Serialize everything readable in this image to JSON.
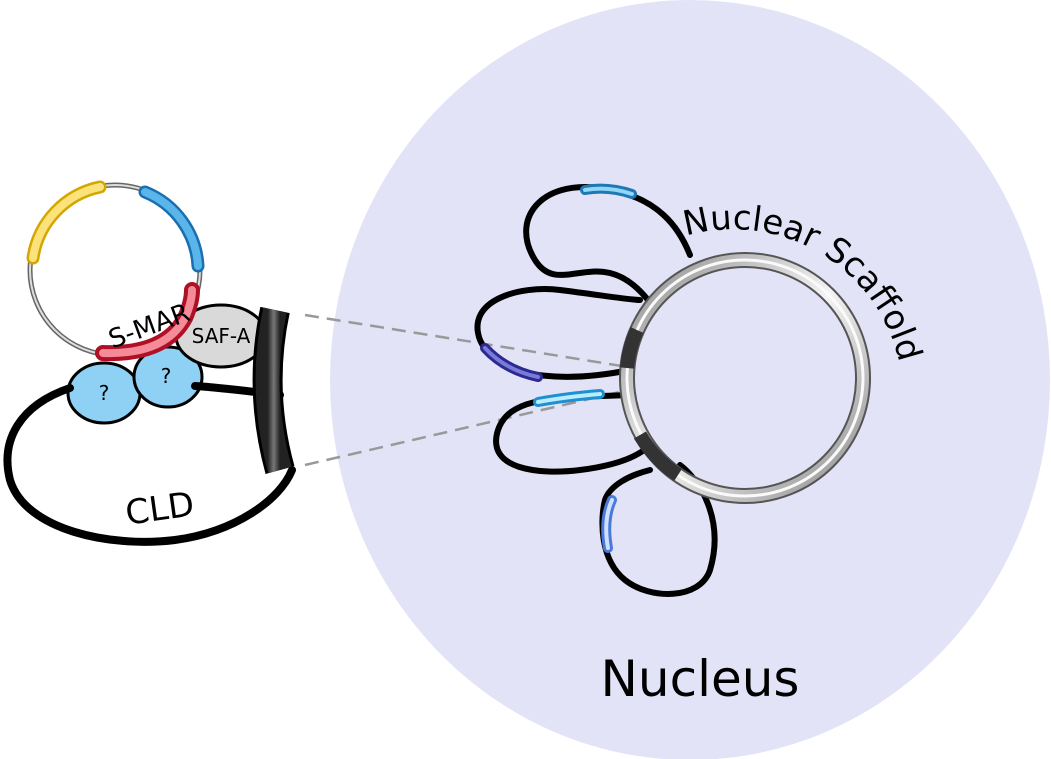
{
  "labels": {
    "nucleus": "Nucleus",
    "nuclear_scaffold": "Nuclear Scaffold",
    "smar": "S-MAR",
    "saf_a": "SAF-A",
    "unknown_1": "?",
    "unknown_2": "?",
    "cld": "CLD"
  },
  "colors": {
    "nucleus_fill": "#e3e3f8",
    "loop_stroke": "#000000",
    "scaffold_ring": "#c8c8c8",
    "scaffold_anchor": "#444444",
    "smar_red": "#e0475c",
    "gene_yellow": "#f4d03f",
    "gene_blue": "#3a9ad9",
    "gene_light_blue": "#5bc0f0",
    "gene_dark_blue": "#4a4ab0",
    "gene_pale_blue": "#7aa8f0",
    "unknown_protein": "#8fd0f5",
    "saf_a_fill": "#d9d9d9",
    "dash_line": "#999999"
  }
}
